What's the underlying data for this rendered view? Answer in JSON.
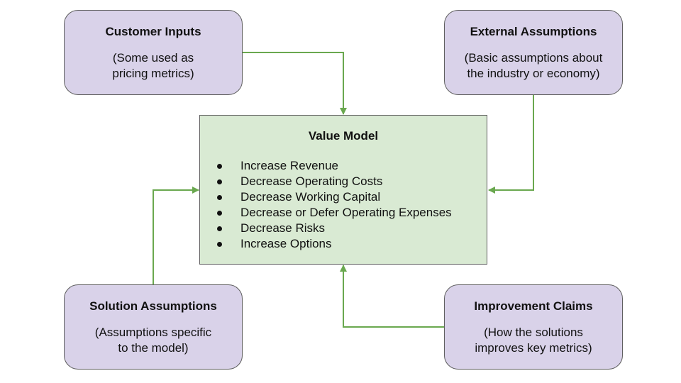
{
  "nodes": {
    "customer_inputs": {
      "title": "Customer Inputs",
      "subtitle": "(Some used as\npricing metrics)"
    },
    "external_assumptions": {
      "title": "External Assumptions",
      "subtitle": "(Basic assumptions about\nthe industry or economy)"
    },
    "solution_assumptions": {
      "title": "Solution Assumptions",
      "subtitle": "(Assumptions specific\nto the model)"
    },
    "improvement_claims": {
      "title": "Improvement Claims",
      "subtitle": "(How the solutions\nimproves key metrics)"
    },
    "value_model": {
      "title": "Value Model",
      "items": [
        "Increase Revenue",
        "Decrease Operating Costs",
        "Decrease Working Capital",
        "Decrease or Defer Operating Expenses",
        "Decrease Risks",
        "Increase Options"
      ]
    }
  },
  "edges": [
    {
      "from": "customer_inputs",
      "to": "value_model"
    },
    {
      "from": "external_assumptions",
      "to": "value_model"
    },
    {
      "from": "solution_assumptions",
      "to": "value_model"
    },
    {
      "from": "improvement_claims",
      "to": "value_model"
    }
  ],
  "colors": {
    "input_fill": "#d9d2e9",
    "model_fill": "#d9ead3",
    "arrow": "#6aa84f",
    "border": "#5f5f5f"
  }
}
